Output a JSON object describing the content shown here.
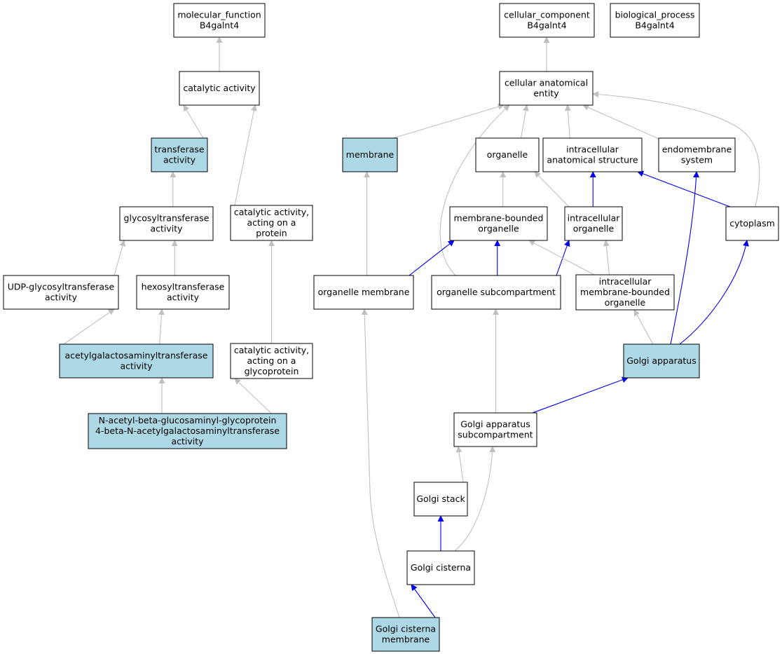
{
  "colors": {
    "highlight_fill": "#add8e6",
    "default_fill": "#ffffff",
    "is_a_edge": "#c0c0c0",
    "part_of_edge": "#0000ee"
  },
  "nodes": [
    {
      "id": "molecular_function",
      "lines": [
        "molecular_function",
        "B4galnt4"
      ],
      "highlighted": false
    },
    {
      "id": "catalytic_activity",
      "lines": [
        "catalytic activity"
      ],
      "highlighted": false
    },
    {
      "id": "transferase_activity",
      "lines": [
        "transferase",
        "activity"
      ],
      "highlighted": true
    },
    {
      "id": "glycosyltransferase_activity",
      "lines": [
        "glycosyltransferase",
        "activity"
      ],
      "highlighted": false
    },
    {
      "id": "catalytic_protein",
      "lines": [
        "catalytic activity,",
        "acting on a",
        "protein"
      ],
      "highlighted": false
    },
    {
      "id": "udp_glycosyltransferase",
      "lines": [
        "UDP-glycosyltransferase",
        "activity"
      ],
      "highlighted": false
    },
    {
      "id": "hexosyltransferase",
      "lines": [
        "hexosyltransferase",
        "activity"
      ],
      "highlighted": false
    },
    {
      "id": "acetylgalactosaminyltransferase",
      "lines": [
        "acetylgalactosaminyltransferase",
        "activity"
      ],
      "highlighted": true
    },
    {
      "id": "catalytic_glycoprotein",
      "lines": [
        "catalytic activity,",
        "acting on a",
        "glycoprotein"
      ],
      "highlighted": false
    },
    {
      "id": "n_acetyl",
      "lines": [
        "N-acetyl-beta-glucosaminyl-glycoprotein",
        "4-beta-N-acetylgalactosaminyltransferase",
        "activity"
      ],
      "highlighted": true
    },
    {
      "id": "cellular_component",
      "lines": [
        "cellular_component",
        "B4galnt4"
      ],
      "highlighted": false
    },
    {
      "id": "biological_process",
      "lines": [
        "biological_process",
        "B4galnt4"
      ],
      "highlighted": false
    },
    {
      "id": "cellular_anatomical_entity",
      "lines": [
        "cellular anatomical",
        "entity"
      ],
      "highlighted": false
    },
    {
      "id": "membrane",
      "lines": [
        "membrane"
      ],
      "highlighted": true
    },
    {
      "id": "organelle",
      "lines": [
        "organelle"
      ],
      "highlighted": false
    },
    {
      "id": "intracellular_anatomical_structure",
      "lines": [
        "intracellular",
        "anatomical structure"
      ],
      "highlighted": false
    },
    {
      "id": "endomembrane_system",
      "lines": [
        "endomembrane",
        "system"
      ],
      "highlighted": false
    },
    {
      "id": "membrane_bounded_organelle",
      "lines": [
        "membrane-bounded",
        "organelle"
      ],
      "highlighted": false
    },
    {
      "id": "intracellular_organelle",
      "lines": [
        "intracellular",
        "organelle"
      ],
      "highlighted": false
    },
    {
      "id": "cytoplasm",
      "lines": [
        "cytoplasm"
      ],
      "highlighted": false
    },
    {
      "id": "organelle_membrane",
      "lines": [
        "organelle membrane"
      ],
      "highlighted": false
    },
    {
      "id": "organelle_subcompartment",
      "lines": [
        "organelle subcompartment"
      ],
      "highlighted": false
    },
    {
      "id": "intracellular_mb_organelle",
      "lines": [
        "intracellular",
        "membrane-bounded",
        "organelle"
      ],
      "highlighted": false
    },
    {
      "id": "golgi_apparatus",
      "lines": [
        "Golgi apparatus"
      ],
      "highlighted": true
    },
    {
      "id": "golgi_apparatus_subcompartment",
      "lines": [
        "Golgi apparatus",
        "subcompartment"
      ],
      "highlighted": false
    },
    {
      "id": "golgi_stack",
      "lines": [
        "Golgi stack"
      ],
      "highlighted": false
    },
    {
      "id": "golgi_cisterna",
      "lines": [
        "Golgi cisterna"
      ],
      "highlighted": false
    },
    {
      "id": "golgi_cisterna_membrane",
      "lines": [
        "Golgi cisterna",
        "membrane"
      ],
      "highlighted": true
    }
  ],
  "edges": [
    {
      "from": "catalytic_activity",
      "to": "molecular_function",
      "type": "is_a"
    },
    {
      "from": "transferase_activity",
      "to": "catalytic_activity",
      "type": "is_a"
    },
    {
      "from": "catalytic_protein",
      "to": "catalytic_activity",
      "type": "is_a"
    },
    {
      "from": "glycosyltransferase_activity",
      "to": "transferase_activity",
      "type": "is_a"
    },
    {
      "from": "udp_glycosyltransferase",
      "to": "glycosyltransferase_activity",
      "type": "is_a"
    },
    {
      "from": "hexosyltransferase",
      "to": "glycosyltransferase_activity",
      "type": "is_a"
    },
    {
      "from": "acetylgalactosaminyltransferase",
      "to": "udp_glycosyltransferase",
      "type": "is_a"
    },
    {
      "from": "acetylgalactosaminyltransferase",
      "to": "hexosyltransferase",
      "type": "is_a"
    },
    {
      "from": "catalytic_glycoprotein",
      "to": "catalytic_protein",
      "type": "is_a"
    },
    {
      "from": "n_acetyl",
      "to": "acetylgalactosaminyltransferase",
      "type": "is_a"
    },
    {
      "from": "n_acetyl",
      "to": "catalytic_glycoprotein",
      "type": "is_a"
    },
    {
      "from": "cellular_anatomical_entity",
      "to": "cellular_component",
      "type": "is_a"
    },
    {
      "from": "membrane",
      "to": "cellular_anatomical_entity",
      "type": "is_a"
    },
    {
      "from": "organelle",
      "to": "cellular_anatomical_entity",
      "type": "is_a"
    },
    {
      "from": "intracellular_anatomical_structure",
      "to": "cellular_anatomical_entity",
      "type": "is_a"
    },
    {
      "from": "endomembrane_system",
      "to": "cellular_anatomical_entity",
      "type": "is_a"
    },
    {
      "from": "cytoplasm",
      "to": "cellular_anatomical_entity",
      "type": "is_a"
    },
    {
      "from": "organelle_subcompartment",
      "to": "cellular_anatomical_entity",
      "type": "is_a"
    },
    {
      "from": "membrane_bounded_organelle",
      "to": "organelle",
      "type": "is_a"
    },
    {
      "from": "intracellular_organelle",
      "to": "organelle",
      "type": "is_a"
    },
    {
      "from": "intracellular_organelle",
      "to": "intracellular_anatomical_structure",
      "type": "part_of"
    },
    {
      "from": "cytoplasm",
      "to": "intracellular_anatomical_structure",
      "type": "part_of"
    },
    {
      "from": "organelle_membrane",
      "to": "membrane",
      "type": "is_a"
    },
    {
      "from": "organelle_membrane",
      "to": "membrane_bounded_organelle",
      "type": "part_of"
    },
    {
      "from": "organelle_subcompartment",
      "to": "membrane_bounded_organelle",
      "type": "part_of"
    },
    {
      "from": "organelle_subcompartment",
      "to": "intracellular_organelle",
      "type": "part_of"
    },
    {
      "from": "intracellular_mb_organelle",
      "to": "membrane_bounded_organelle",
      "type": "is_a"
    },
    {
      "from": "intracellular_mb_organelle",
      "to": "intracellular_organelle",
      "type": "is_a"
    },
    {
      "from": "golgi_apparatus",
      "to": "intracellular_mb_organelle",
      "type": "is_a"
    },
    {
      "from": "golgi_apparatus",
      "to": "endomembrane_system",
      "type": "part_of"
    },
    {
      "from": "golgi_apparatus",
      "to": "cytoplasm",
      "type": "part_of"
    },
    {
      "from": "golgi_apparatus_subcompartment",
      "to": "organelle_subcompartment",
      "type": "is_a"
    },
    {
      "from": "golgi_apparatus_subcompartment",
      "to": "golgi_apparatus",
      "type": "part_of"
    },
    {
      "from": "golgi_stack",
      "to": "golgi_apparatus_subcompartment",
      "type": "is_a"
    },
    {
      "from": "golgi_cisterna",
      "to": "golgi_apparatus_subcompartment",
      "type": "is_a"
    },
    {
      "from": "golgi_cisterna",
      "to": "golgi_stack",
      "type": "part_of"
    },
    {
      "from": "golgi_cisterna_membrane",
      "to": "organelle_membrane",
      "type": "is_a"
    },
    {
      "from": "golgi_cisterna_membrane",
      "to": "golgi_cisterna",
      "type": "part_of"
    }
  ]
}
